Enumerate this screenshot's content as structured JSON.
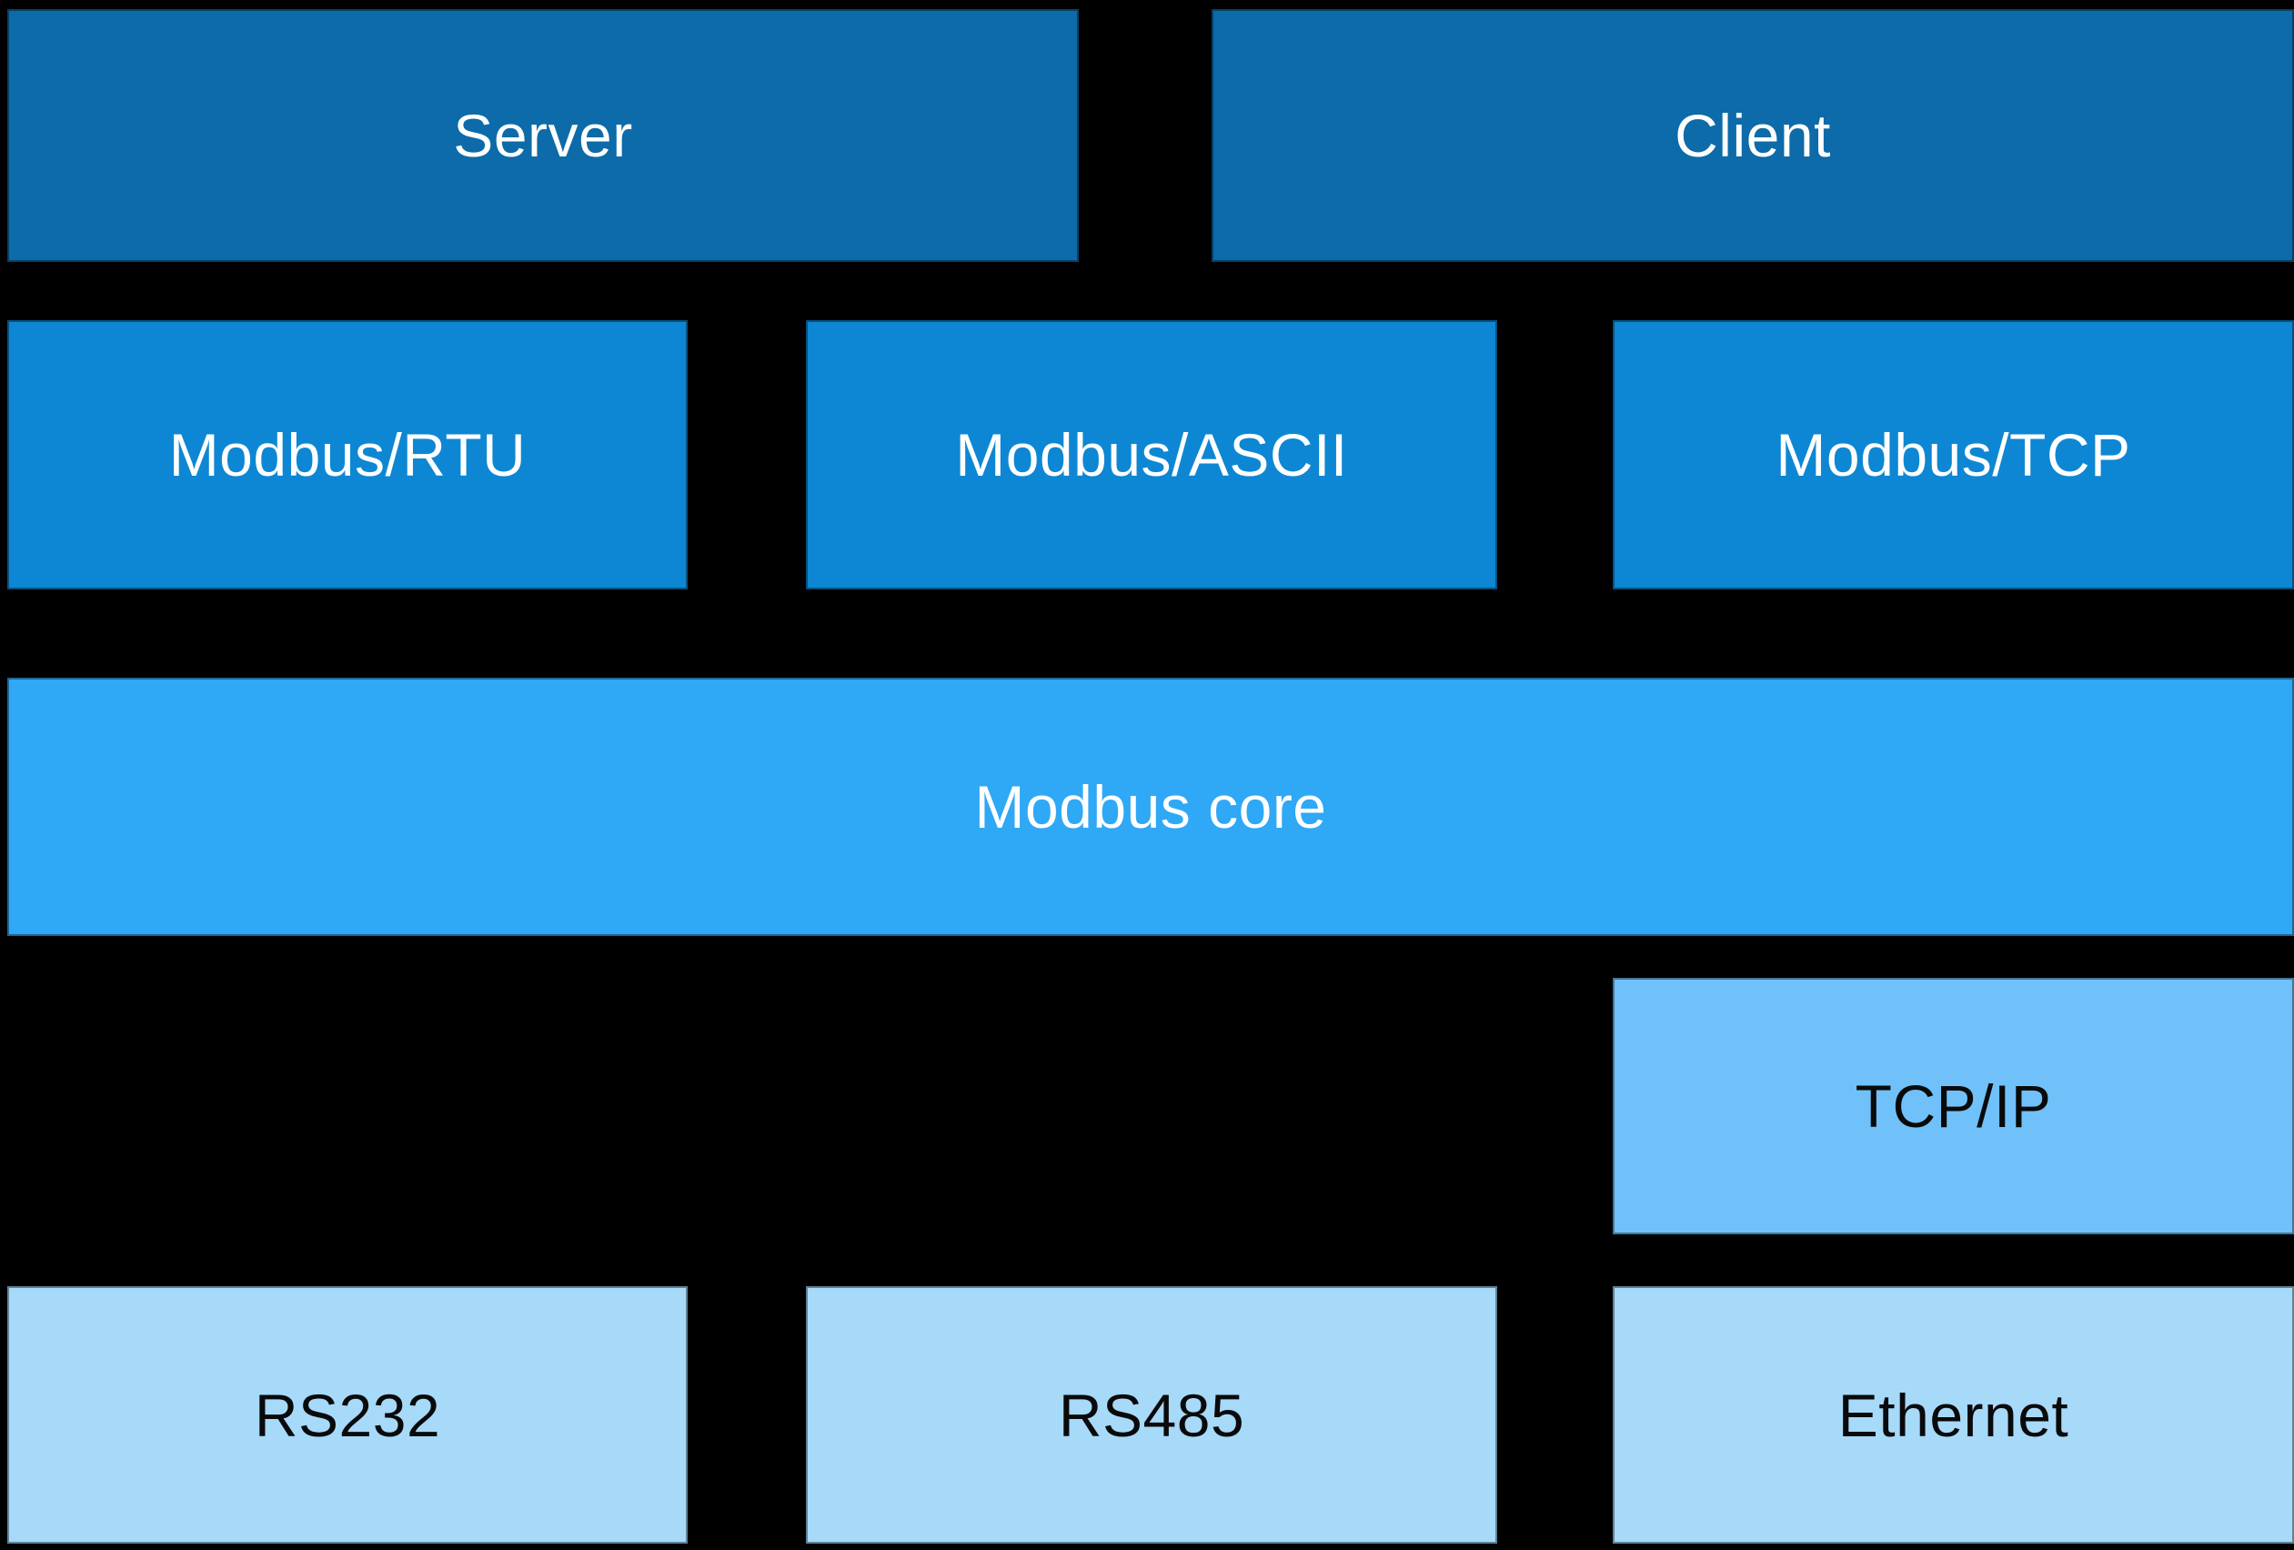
{
  "colors": {
    "background": "#000000",
    "row_application": "#0c6ba8",
    "row_protocol": "#0d87d3",
    "row_core": "#2fa8f6",
    "row_transport": "#70c1f9",
    "row_physical": "#a7d9f9",
    "text_light": "#ffffff",
    "text_dark": "#0a0a0a"
  },
  "diagram": {
    "nodes": {
      "server": {
        "label": "Server"
      },
      "client": {
        "label": "Client"
      },
      "modbus_rtu": {
        "label": "Modbus/RTU"
      },
      "modbus_ascii": {
        "label": "Modbus/ASCII"
      },
      "modbus_tcp": {
        "label": "Modbus/TCP"
      },
      "modbus_core": {
        "label": "Modbus core"
      },
      "tcp_ip": {
        "label": "TCP/IP"
      },
      "rs232": {
        "label": "RS232"
      },
      "rs485": {
        "label": "RS485"
      },
      "ethernet": {
        "label": "Ethernet"
      }
    }
  }
}
